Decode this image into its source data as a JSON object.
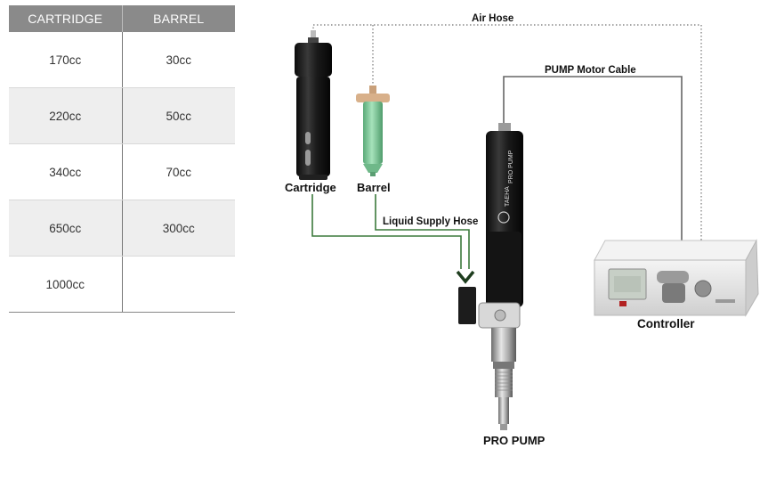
{
  "table": {
    "headers": [
      "CARTRIDGE",
      "BARREL"
    ],
    "rows": [
      [
        "170cc",
        "30cc"
      ],
      [
        "220cc",
        "50cc"
      ],
      [
        "340cc",
        "70cc"
      ],
      [
        "650cc",
        "300cc"
      ],
      [
        "1000cc",
        ""
      ]
    ]
  },
  "diagram": {
    "labels": {
      "air_hose": "Air Hose",
      "pump_motor_cable": "PUMP Motor Cable",
      "cartridge": "Cartridge",
      "barrel": "Barrel",
      "liquid_supply_hose": "Liquid Supply Hose",
      "controller": "Controller",
      "pro_pump": "PRO PUMP"
    },
    "pump_body_text": [
      "TAEHA",
      "PRO PUMP"
    ],
    "colors": {
      "hose": "#3c7a3c",
      "cable": "#666666",
      "air_hose": "#888888",
      "barrel_fill": "#7fc998",
      "cartridge_body": "#1a1a1a",
      "controller_body": "#e3e3e3"
    }
  }
}
